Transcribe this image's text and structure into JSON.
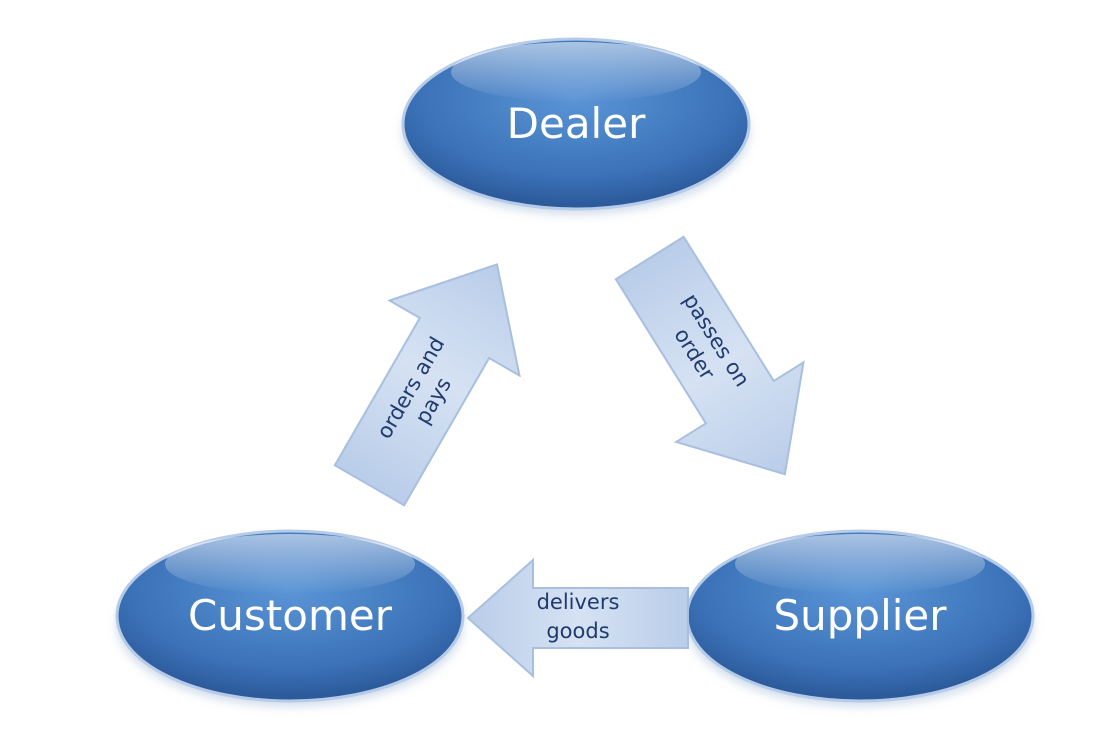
{
  "nodes": {
    "dealer": {
      "label": "Dealer"
    },
    "customer": {
      "label": "Customer"
    },
    "supplier": {
      "label": "Supplier"
    }
  },
  "arrows": {
    "customer_to_dealer": {
      "line1": "orders and",
      "line2": "pays"
    },
    "dealer_to_supplier": {
      "line1": "passes on",
      "line2": "order"
    },
    "supplier_to_customer": {
      "line1": "delivers",
      "line2": "goods"
    }
  },
  "colors": {
    "node_fill": "#3d77be",
    "node_shadow": "#2b5a99",
    "node_text": "#ffffff",
    "arrow_fill": "#c7d6ec",
    "arrow_edge": "#a8bfdf",
    "arrow_text": "#1f3b6e"
  }
}
